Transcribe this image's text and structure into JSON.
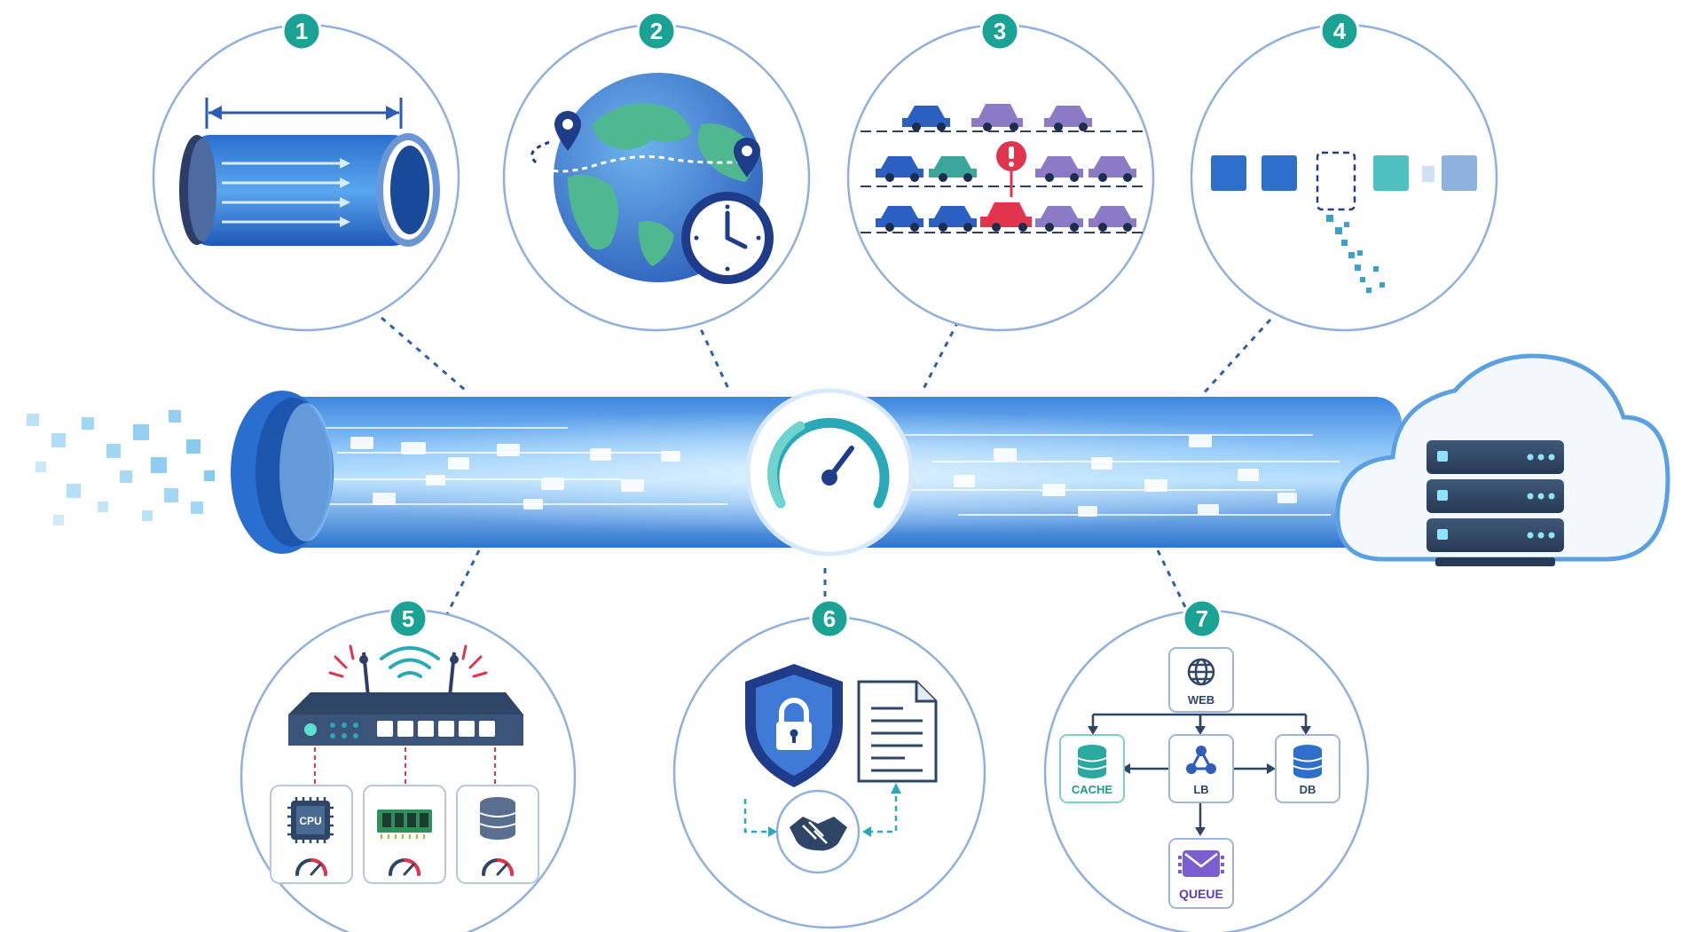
{
  "panels": [
    {
      "number": "1",
      "icon": "pipe-width-icon"
    },
    {
      "number": "2",
      "icon": "globe-clock-icon"
    },
    {
      "number": "3",
      "icon": "traffic-congestion-icon"
    },
    {
      "number": "4",
      "icon": "packet-loss-icon"
    },
    {
      "number": "5",
      "icon": "router-hardware-icon"
    },
    {
      "number": "6",
      "icon": "security-handshake-icon"
    },
    {
      "number": "7",
      "icon": "architecture-icon"
    }
  ],
  "panel5": {
    "cpu_label": "CPU"
  },
  "panel7": {
    "web_label": "WEB",
    "cache_label": "CACHE",
    "lb_label": "LB",
    "db_label": "DB",
    "queue_label": "QUEUE"
  },
  "colors": {
    "badge": "#1aa394",
    "circle_stroke": "#8fb0de",
    "pipe": "#2f7bd8",
    "navy": "#1f3c8a",
    "teal": "#28a896",
    "alert_red": "#e0354d",
    "purple": "#6b4bb8"
  }
}
